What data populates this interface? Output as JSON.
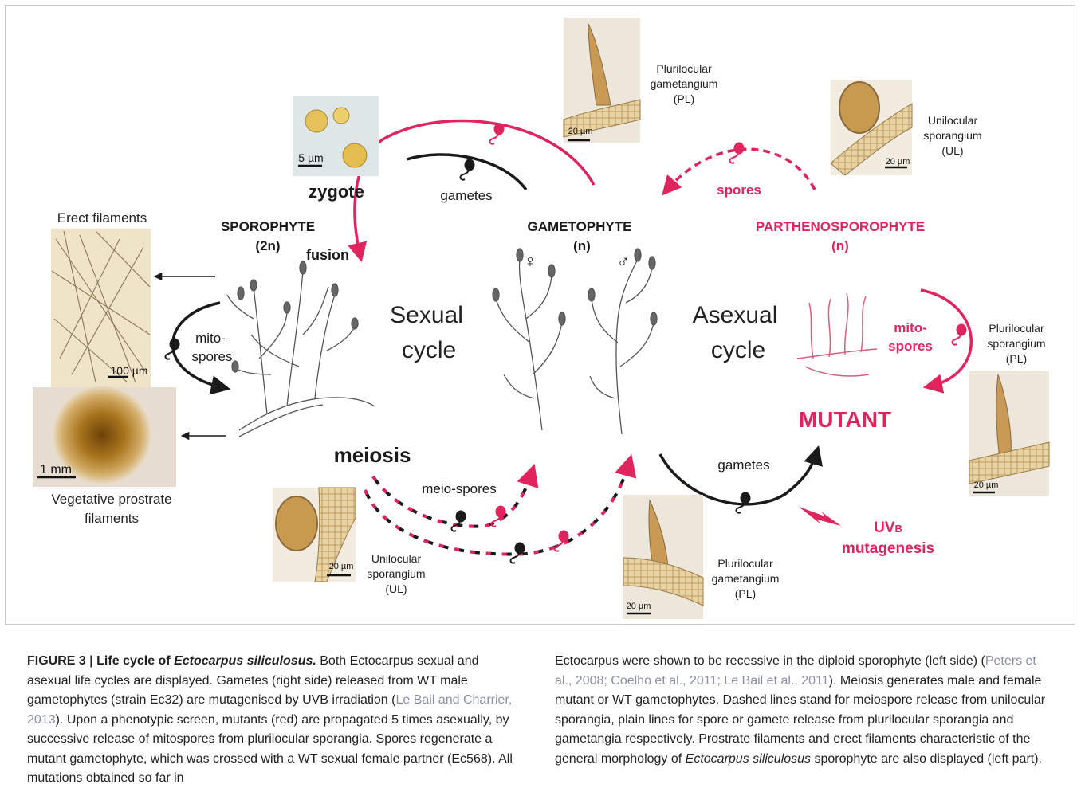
{
  "diagram": {
    "cycles": {
      "sexual_line1": "Sexual",
      "sexual_line2": "cycle",
      "asexual_line1": "Asexual",
      "asexual_line2": "cycle"
    },
    "stages": {
      "sporophyte": "SPOROPHYTE",
      "sporophyte_ploidy": "(2n)",
      "gametophyte": "GAMETOPHYTE",
      "gametophyte_ploidy": "(n)",
      "parthenosporophyte": "PARTHENOSPOROPHYTE",
      "parthenosporophyte_ploidy": "(n)",
      "mutant": "MUTANT"
    },
    "processes": {
      "zygote": "zygote",
      "fusion": "fusion",
      "meiosis": "meiosis",
      "gametes_top": "gametes",
      "gametes_bottom": "gametes",
      "spores": "spores",
      "meio_spores": "meio-spores",
      "mitospores_left_1": "mito-",
      "mitospores_left_2": "spores",
      "mitospores_right_1": "mito-",
      "mitospores_right_2": "spores",
      "uvb_main": "UV",
      "uvb_sub": "B",
      "uvb_line2": "mutagenesis"
    },
    "photos": {
      "erect_filaments": "Erect filaments",
      "vegetative_1": "Vegetative prostrate",
      "vegetative_2": "filaments",
      "pl_gametangium_top_1": "Plurilocular",
      "pl_gametangium_top_2": "gametangium",
      "pl_gametangium_top_3": "(PL)",
      "ul_sporangium_top_1": "Unilocular",
      "ul_sporangium_top_2": "sporangium",
      "ul_sporangium_top_3": "(UL)",
      "pl_sporangium_right_1": "Plurilocular",
      "pl_sporangium_right_2": "sporangium",
      "pl_sporangium_right_3": "(PL)",
      "ul_sporangium_bottom_1": "Unilocular",
      "ul_sporangium_bottom_2": "sporangium",
      "ul_sporangium_bottom_3": "(UL)",
      "pl_gametangium_bottom_1": "Plurilocular",
      "pl_gametangium_bottom_2": "gametangium",
      "pl_gametangium_bottom_3": "(PL)"
    },
    "scale_bars": {
      "zygote": "5 µm",
      "erect": "100 µm",
      "prostrate": "1 mm",
      "pl_top": "20 µm",
      "ul_top": "20 µm",
      "pl_right": "20 µm",
      "ul_bottom": "20 µm",
      "pl_bottom": "20 µm"
    },
    "sex_symbols": {
      "female": "♀",
      "male": "♂"
    },
    "colors": {
      "accent": "#e0245e",
      "dark": "#1a1a1a",
      "photo_tan": "#d8b57a",
      "photo_bg": "#efe3c8"
    }
  },
  "caption": {
    "left": {
      "figure_label": "FIGURE 3 | Life cycle of ",
      "species": "Ectocarpus siliculosus.",
      "text1": " Both Ectocarpus sexual and asexual life cycles are displayed. Gametes (right side) released from WT male gametophytes (strain Ec32) are mutagenised by UVB irradiation (",
      "cite1": "Le Bail and Charrier, 2013",
      "text2": "). Upon a phenotypic screen, mutants (red) are propagated 5 times asexually, by successive release of mitospores from plurilocular sporangia. Spores regenerate a mutant gametophyte, which was crossed with a WT sexual female partner (Ec568). All mutations obtained so far in"
    },
    "right": {
      "text1": "Ectocarpus were shown to be recessive in the diploid sporophyte (left side) (",
      "cite1": "Peters et al., 2008; Coelho et al., 2011; Le Bail et al., 2011",
      "text2": "). Meiosis generates male and female mutant or WT gametophytes. Dashed lines stand for meiospore release from unilocular sporangia, plain lines for spore or gamete release from plurilocular sporangia and gametangia respectively. Prostrate filaments and erect filaments characteristic of the general morphology of ",
      "species": "Ectocarpus siliculosus",
      "text3": " sporophyte are also displayed (left part)."
    }
  }
}
